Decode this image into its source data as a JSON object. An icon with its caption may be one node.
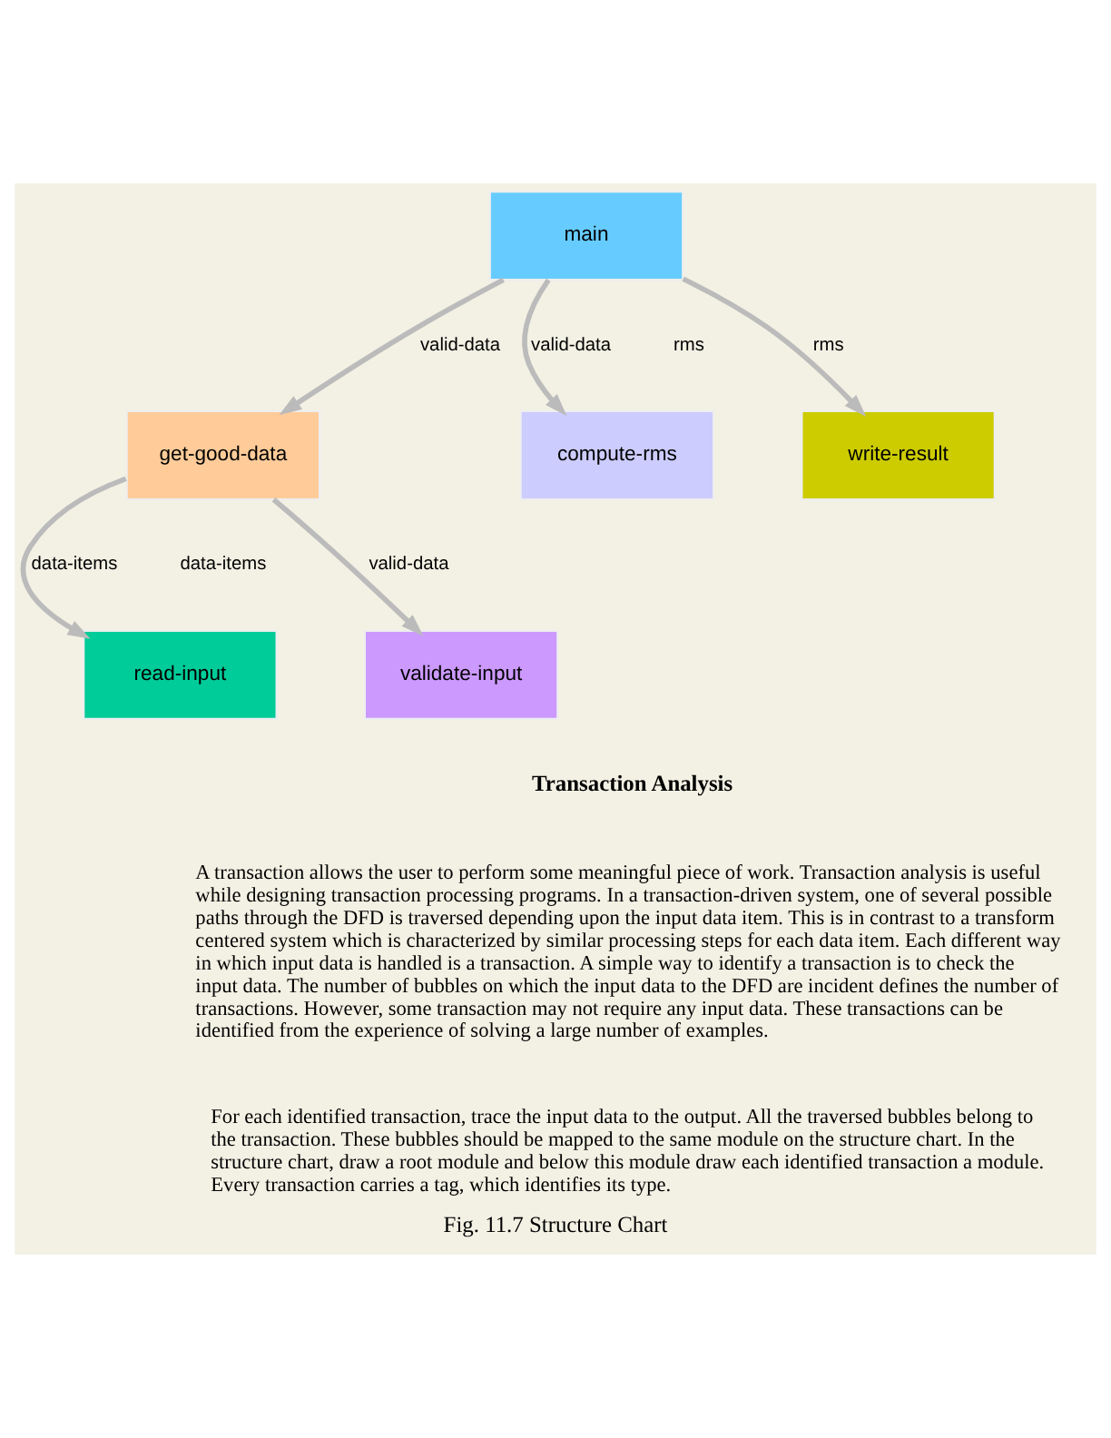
{
  "diagram": {
    "caption": "Fig. 11.7 Structure Chart",
    "nodes": [
      {
        "text": [
          "main"
        ]
      },
      {
        "text": [
          "get-good-data"
        ]
      },
      {
        "text": [
          "compute-rms"
        ]
      },
      {
        "text": [
          "write-result"
        ]
      },
      {
        "text": [
          "read-input"
        ]
      },
      {
        "text": [
          "validate-input"
        ]
      }
    ],
    "edges": [
      {
        "from": 0,
        "to": 1,
        "arrow": "to",
        "label": "valid-data"
      },
      {
        "from": 0,
        "to": 2,
        "arrow": "to",
        "label": "valid-data"
      },
      {
        "from": 0,
        "to": 3,
        "arrow": "to",
        "label": "rms"
      },
      {
        "from": 1,
        "to": 4,
        "arrow": "to",
        "label": "data-items"
      },
      {
        "from": 1,
        "to": 5,
        "arrow": "to",
        "label": "valid-data"
      }
    ],
    "labels": [
      "rms",
      "data-items",
      "Transaction Analysis",
      "A transaction allows the user to perform some meaningful piece of work. Transaction analysis is useful while designing transaction processing programs. In a transaction-driven system, one of several possible paths through the DFD is traversed depending upon the input data item. This is in contrast to a transform centered system which is characterized by similar processing steps for each data item. Each different way in which input data is handled is a transaction. A simple way to identify a transaction is to check the input data. The number of bubbles on which the input data to the DFD are incident defines the number of transactions. However, some transaction may not require any input data. These transactions can be identified from the experience of solving a large number of examples.",
      "For each identified transaction, trace the input data to the output. All the traversed bubbles belong to the transaction. These bubbles should be mapped to the same module on the structure chart. In the structure chart, draw a root module and below this module draw each identified transaction a module. Every transaction carries a tag, which identifies its type."
    ]
  }
}
